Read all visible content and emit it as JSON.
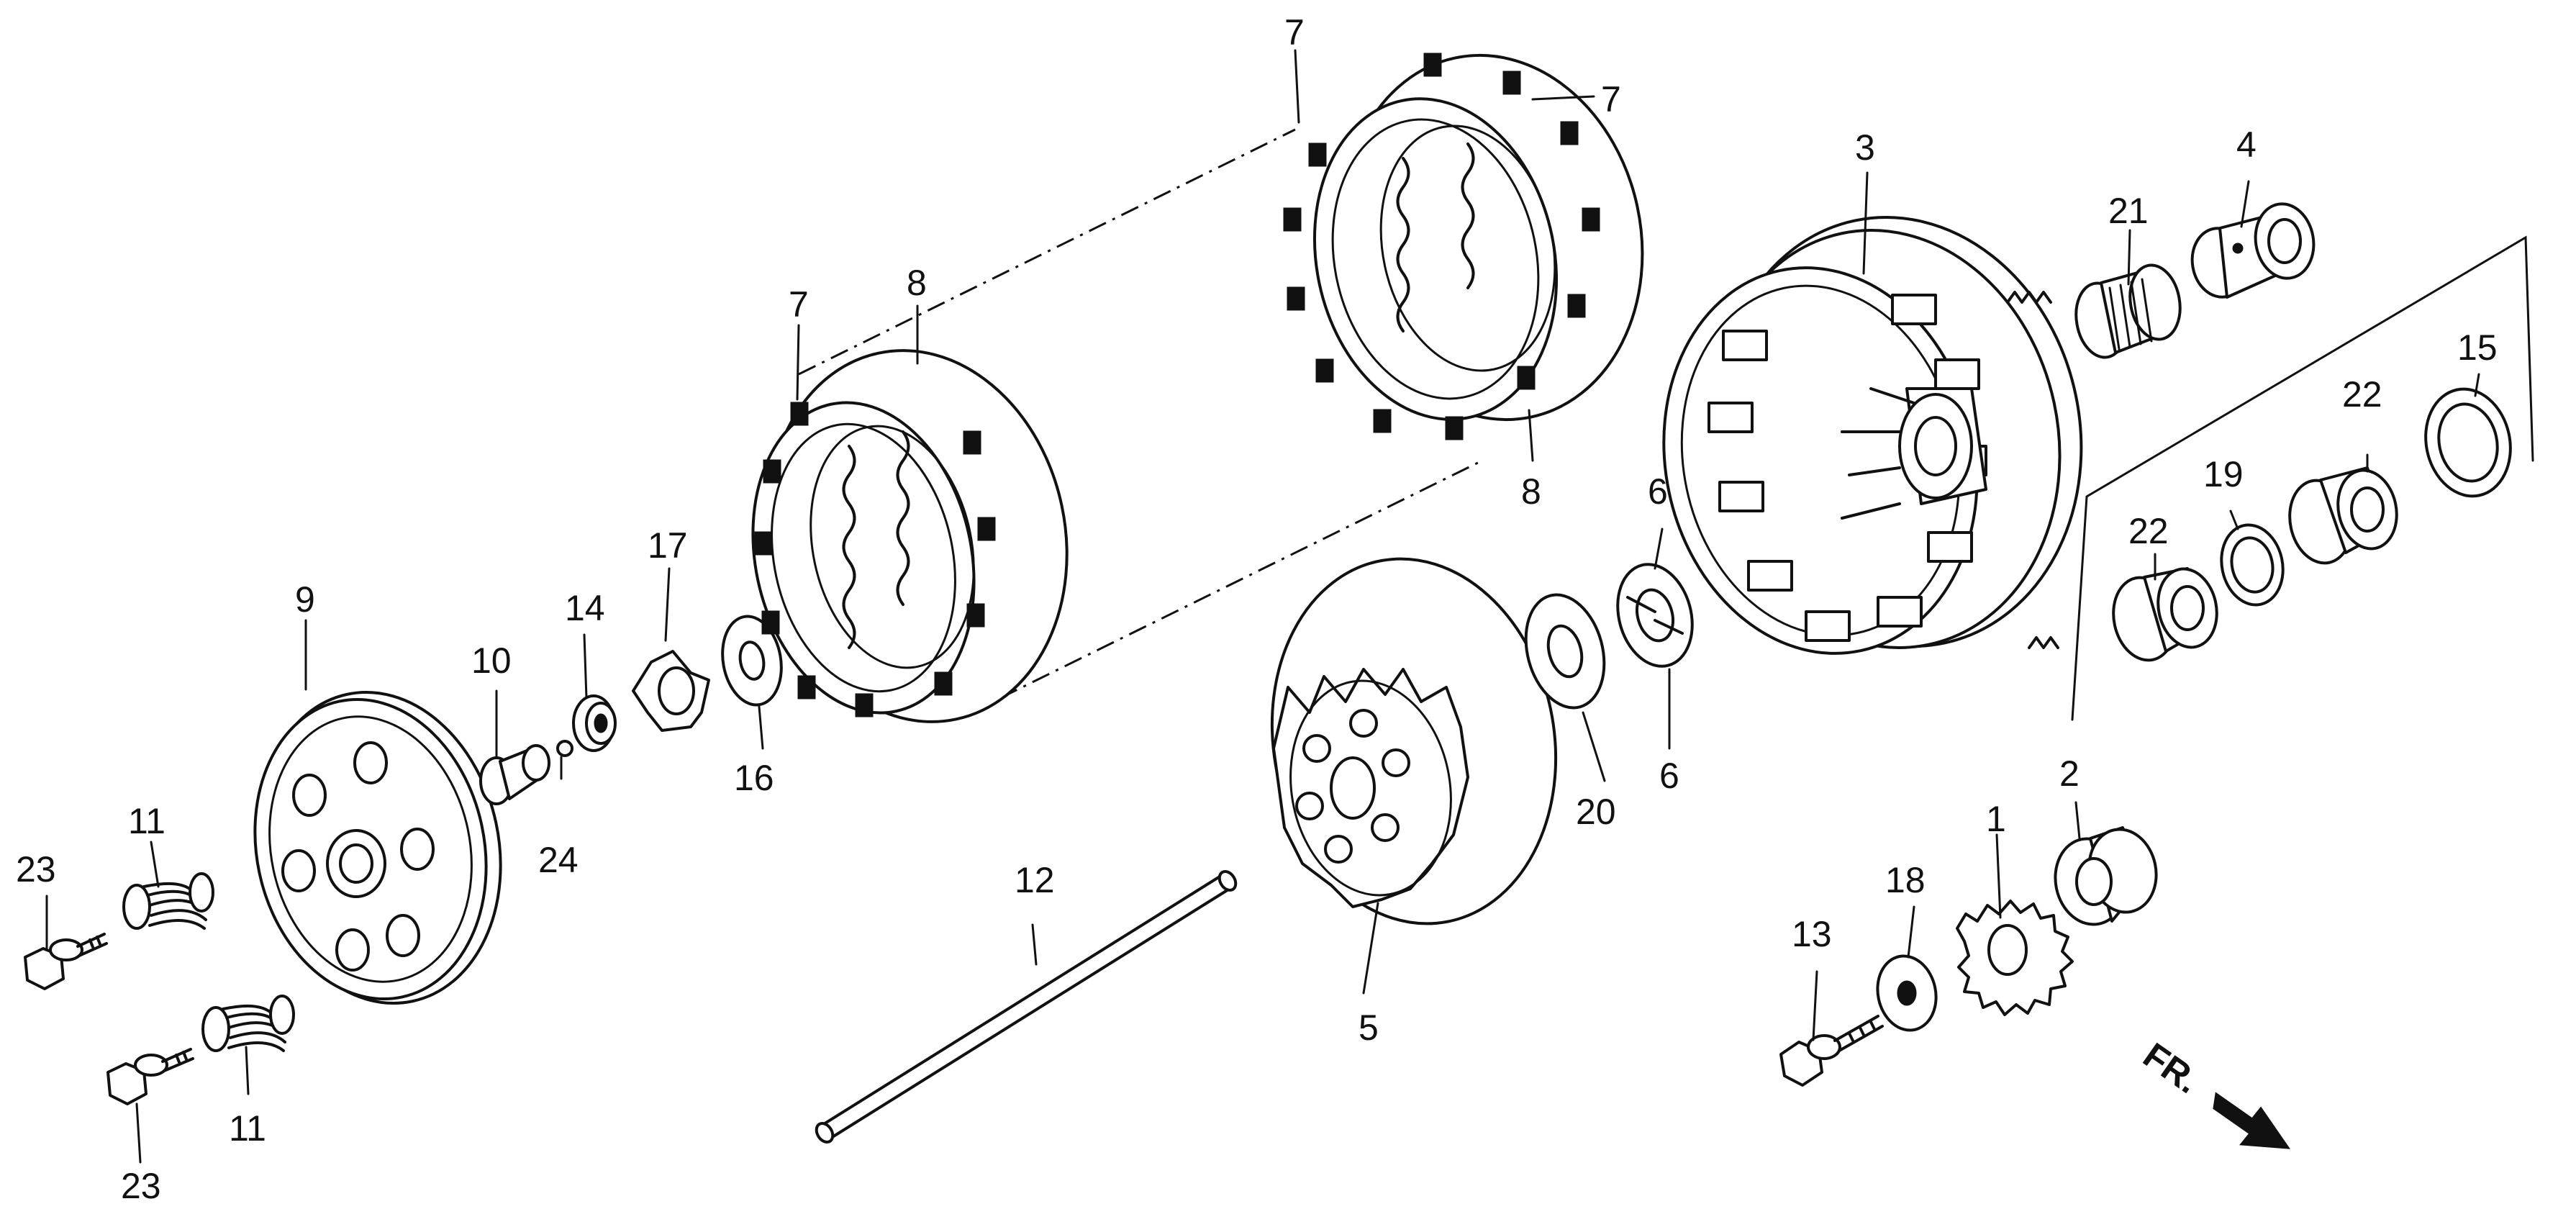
{
  "callouts": {
    "c1": "1",
    "c2": "2",
    "c3": "3",
    "c4": "4",
    "c5": "5",
    "c6a": "6",
    "c6b": "6",
    "c7a": "7",
    "c7b": "7",
    "c7c": "7",
    "c8a": "8",
    "c8b": "8",
    "c9": "9",
    "c10": "10",
    "c11a": "11",
    "c11b": "11",
    "c12": "12",
    "c13": "13",
    "c14": "14",
    "c15": "15",
    "c16": "16",
    "c17": "17",
    "c18": "18",
    "c19": "19",
    "c20": "20",
    "c21": "21",
    "c22a": "22",
    "c22b": "22",
    "c23a": "23",
    "c23b": "23",
    "c24": "24"
  },
  "front_marker": {
    "label": "FR."
  }
}
